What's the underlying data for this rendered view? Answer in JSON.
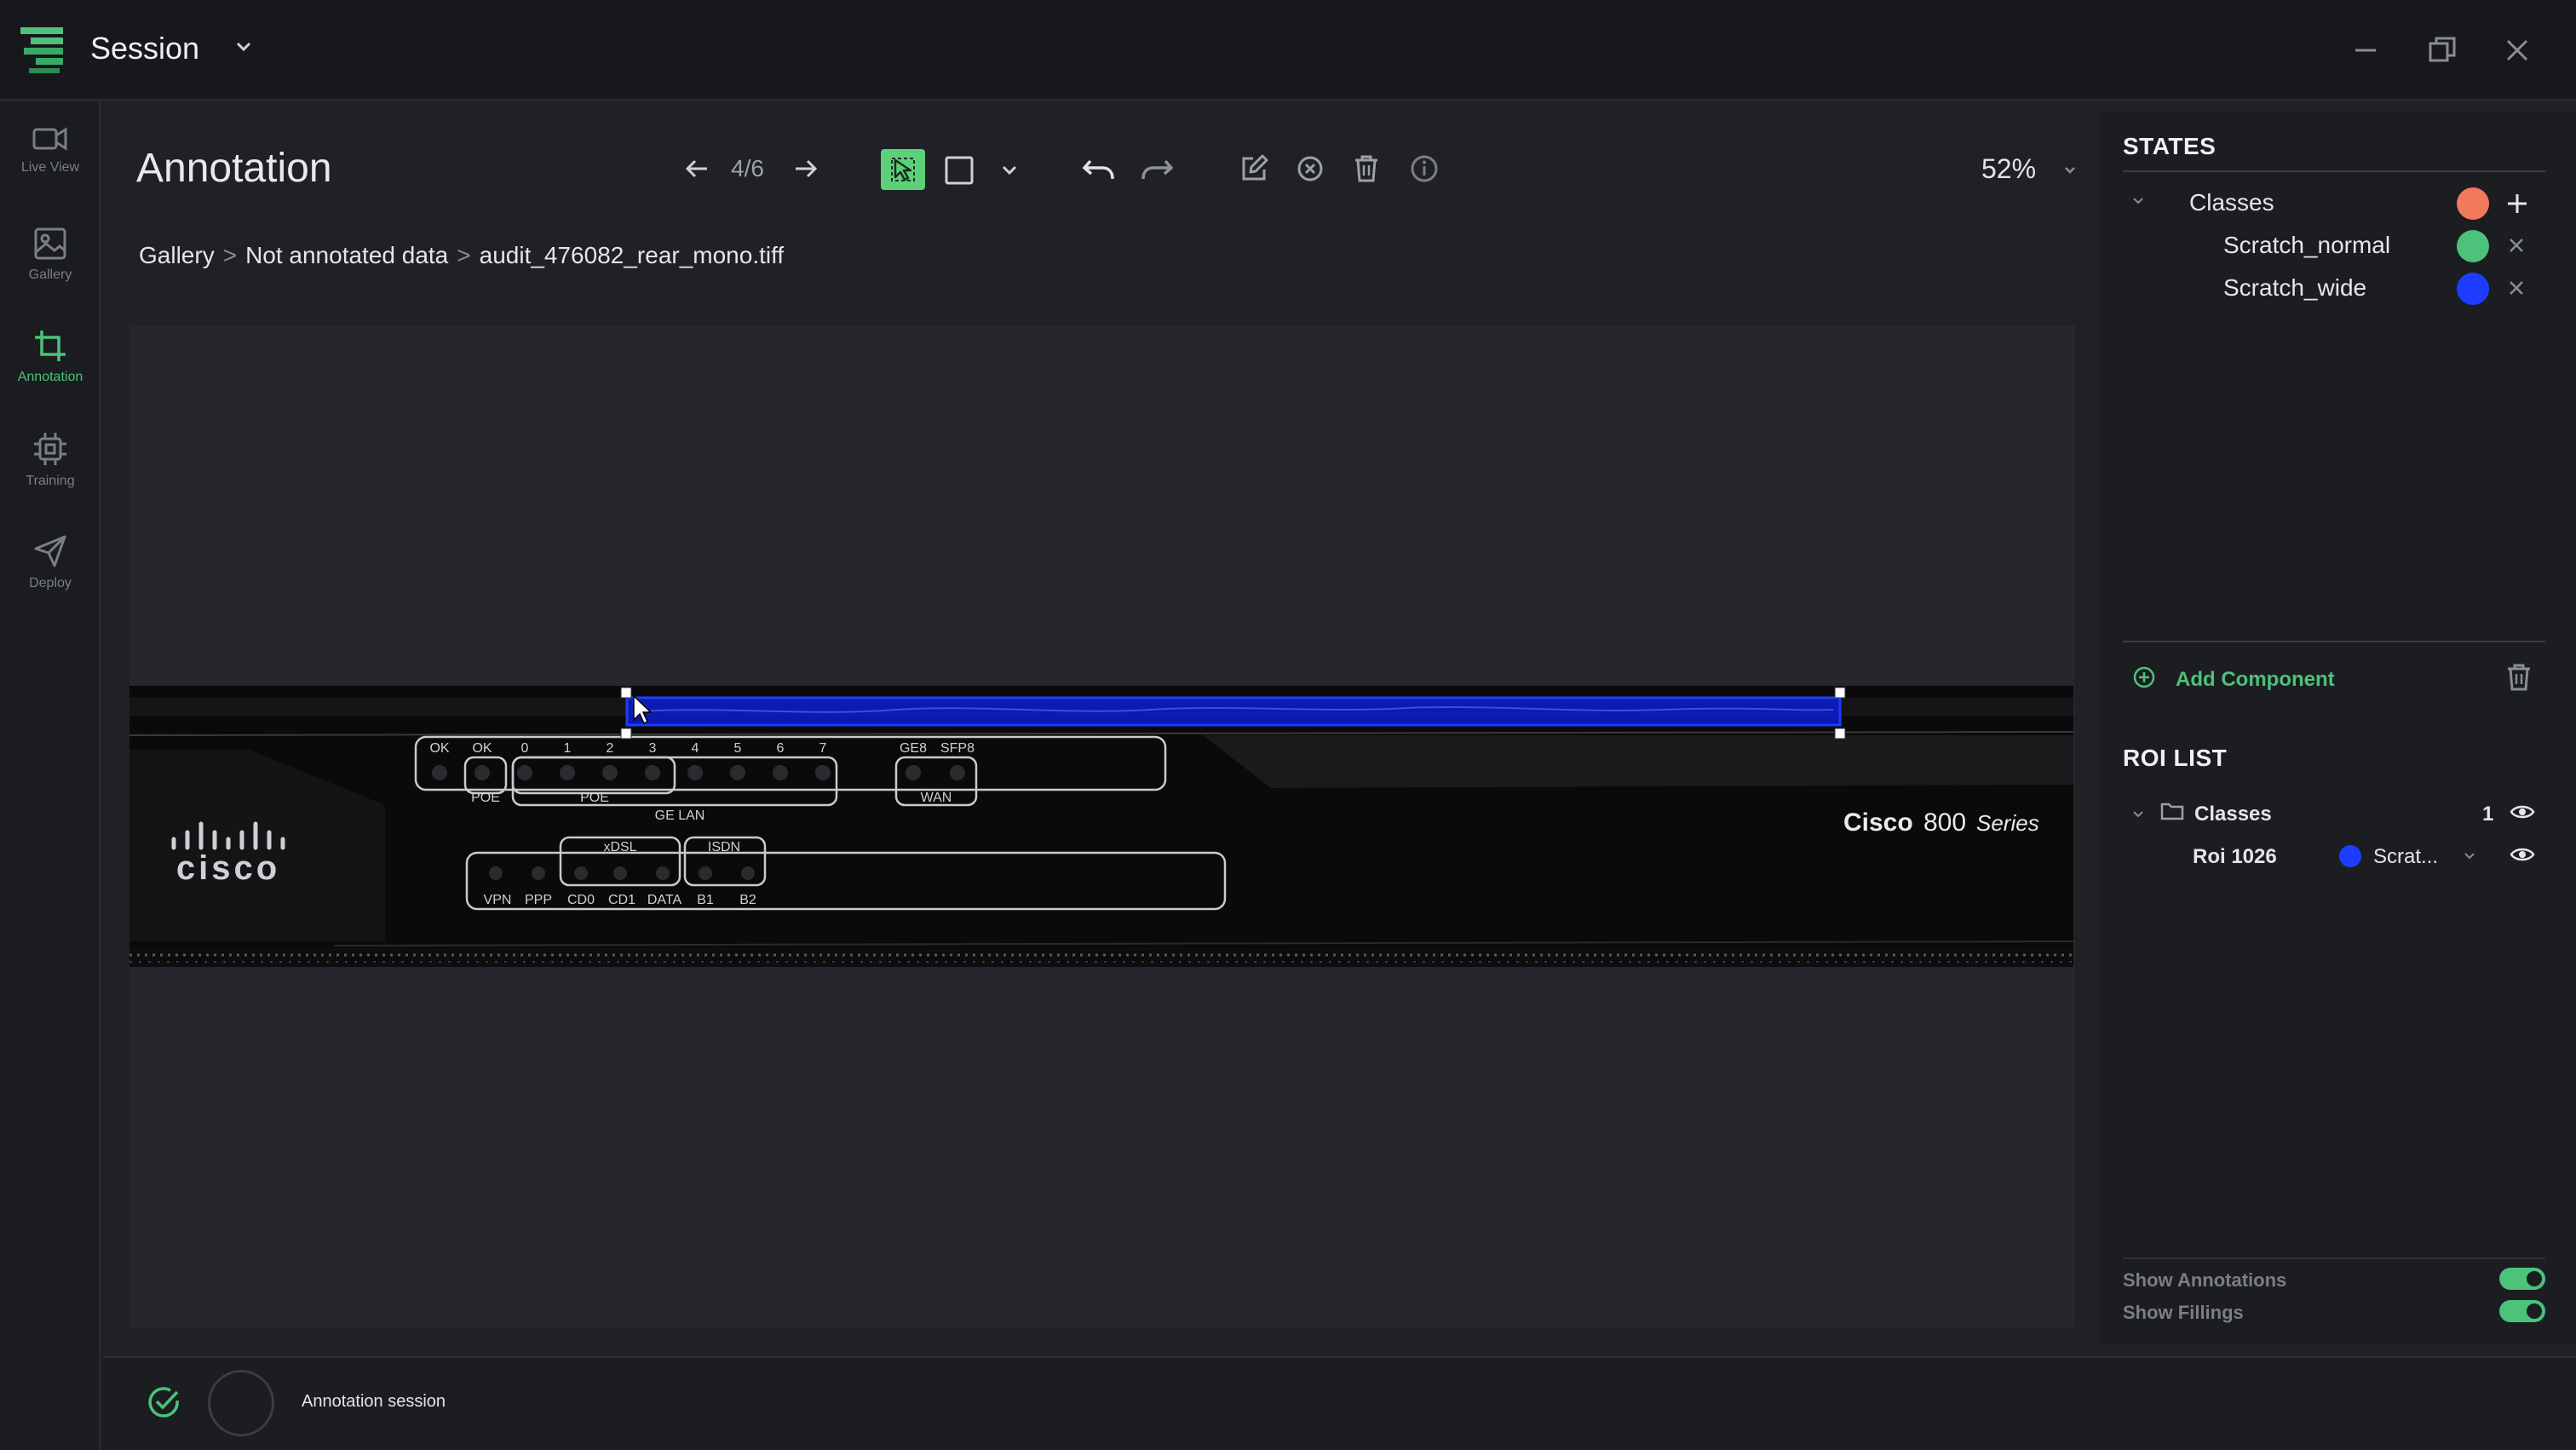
{
  "window": {
    "title": "Session"
  },
  "nav": {
    "items": [
      {
        "label": "Live View",
        "icon": "video-camera-icon"
      },
      {
        "label": "Gallery",
        "icon": "image-icon"
      },
      {
        "label": "Annotation",
        "icon": "crop-icon",
        "active": true
      },
      {
        "label": "Training",
        "icon": "chip-icon"
      },
      {
        "label": "Deploy",
        "icon": "send-icon"
      }
    ]
  },
  "header": {
    "title": "Annotation",
    "page_counter": "4/6",
    "zoom": "52%"
  },
  "breadcrumb": {
    "items": [
      "Gallery",
      "Not annotated data",
      "audit_476082_rear_mono.tiff"
    ],
    "separator": ">"
  },
  "states": {
    "heading": "STATES",
    "group": {
      "label": "Classes",
      "color": "#f07a5a"
    },
    "classes": [
      {
        "label": "Scratch_normal",
        "color": "#4cc27a"
      },
      {
        "label": "Scratch_wide",
        "color": "#1e3cff"
      }
    ],
    "add_component": "Add Component"
  },
  "roi_list": {
    "heading": "ROI LIST",
    "group": {
      "label": "Classes",
      "count": "1"
    },
    "items": [
      {
        "label": "Roi 1026",
        "class_short": "Scrat...",
        "color": "#1e3cff"
      }
    ]
  },
  "toggles": {
    "show_annotations": {
      "label": "Show Annotations",
      "on": true
    },
    "show_fillings": {
      "label": "Show Fillings",
      "on": true
    }
  },
  "device_image": {
    "brand_text": "cisco",
    "series_text_bold": "Cisco",
    "series_text_num": "800",
    "series_text_suffix": "Series",
    "led_top": [
      "OK",
      "OK",
      "0",
      "1",
      "2",
      "3",
      "4",
      "5",
      "6",
      "7",
      "GE8",
      "SFP8"
    ],
    "box_poe_small": "POE",
    "box_poe": "POE",
    "box_gelan": "GE LAN",
    "box_wan": "WAN",
    "box_xdsl": "xDSL",
    "box_isdn": "ISDN",
    "led_bottom": [
      "VPN",
      "PPP",
      "CD0",
      "CD1",
      "DATA",
      "B1",
      "B2"
    ]
  },
  "status": {
    "label": "Annotation session"
  },
  "colors": {
    "accent": "#5ed07a",
    "roi_selection": "#1e3cff"
  }
}
